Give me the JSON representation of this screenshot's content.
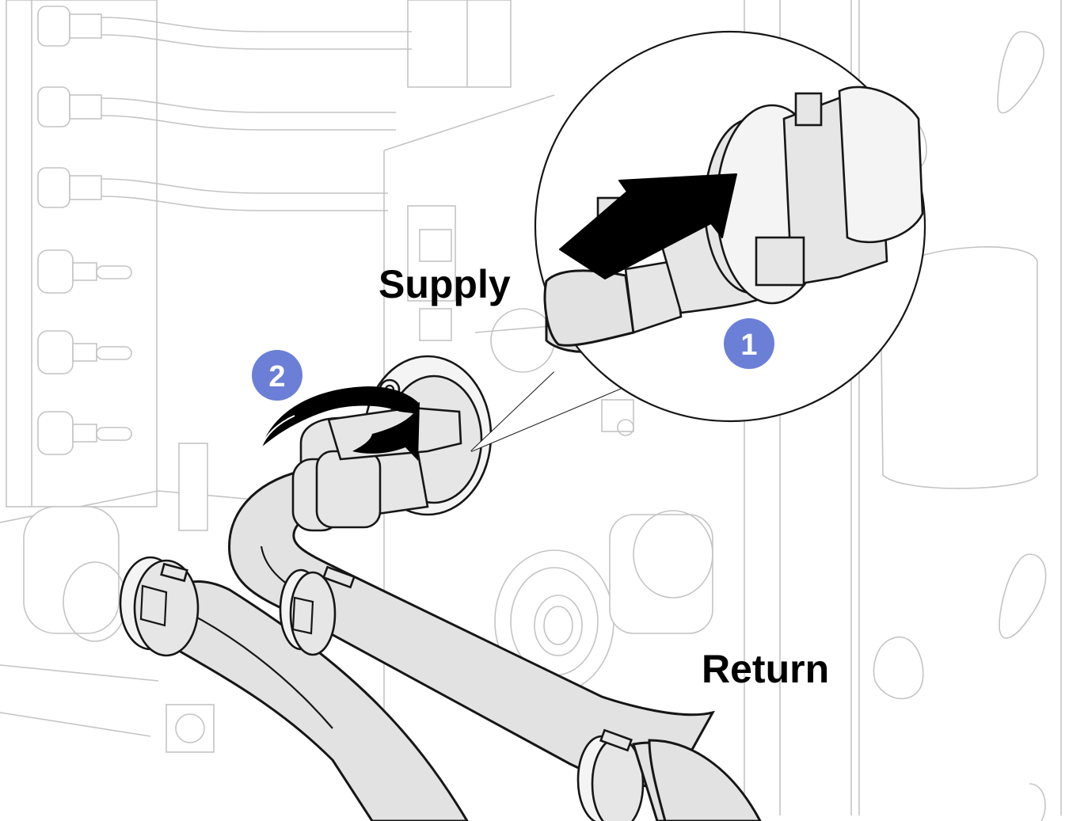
{
  "labels": {
    "supply": "Supply",
    "return": "Return"
  },
  "callouts": [
    {
      "number": "1",
      "action": "push-connector-arrow"
    },
    {
      "number": "2",
      "action": "rotate-handle-arrow"
    }
  ],
  "colors": {
    "callout_fill": "#6b7fd6",
    "callout_text": "#ffffff",
    "outline": "#161616",
    "background_line": "#c4c4c4",
    "hose_fill": "#e2e2e2"
  }
}
